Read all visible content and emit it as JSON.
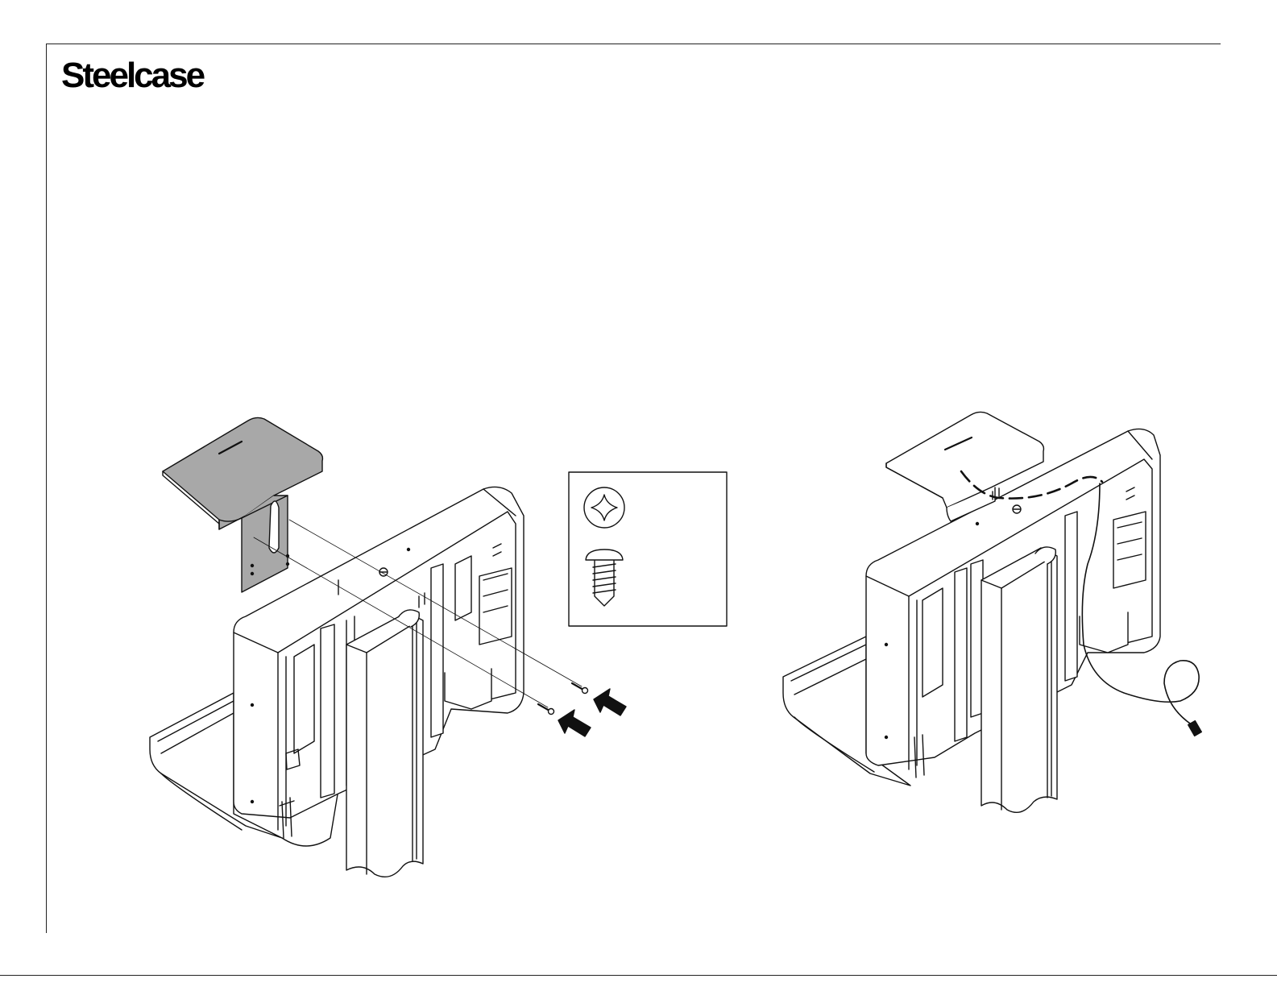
{
  "header": {
    "brand": "Steelcase"
  },
  "illustrations": {
    "step_left": {
      "parts": [
        "bracket",
        "monitor-housing",
        "post",
        "screws",
        "arrows"
      ],
      "callout_icons": [
        "phillips-head-icon",
        "pan-head-screw-icon"
      ]
    },
    "step_right": {
      "parts": [
        "bracket-installed",
        "monitor-housing",
        "post",
        "cable"
      ]
    }
  },
  "colors": {
    "line": "#111111",
    "bracket_fill": "#a8a8a8",
    "paper": "#ffffff"
  }
}
